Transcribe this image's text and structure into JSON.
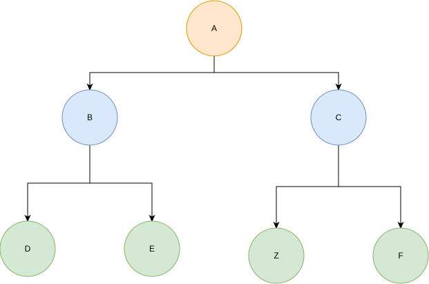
{
  "diagram": {
    "nodes": [
      {
        "id": "A",
        "label": "A",
        "fill": "#ffe6cc",
        "stroke": "#d79b00"
      },
      {
        "id": "B",
        "label": "B",
        "fill": "#dae8fc",
        "stroke": "#6c8ebf"
      },
      {
        "id": "C",
        "label": "C",
        "fill": "#dae8fc",
        "stroke": "#6c8ebf"
      },
      {
        "id": "D",
        "label": "D",
        "fill": "#d5e8d4",
        "stroke": "#82b366"
      },
      {
        "id": "E",
        "label": "E",
        "fill": "#d5e8d4",
        "stroke": "#82b366"
      },
      {
        "id": "Z",
        "label": "Z",
        "fill": "#d5e8d4",
        "stroke": "#82b366"
      },
      {
        "id": "F",
        "label": "F",
        "fill": "#d5e8d4",
        "stroke": "#82b366"
      }
    ],
    "edges": [
      {
        "from": "A",
        "to": "B"
      },
      {
        "from": "A",
        "to": "C"
      },
      {
        "from": "B",
        "to": "D"
      },
      {
        "from": "B",
        "to": "E"
      },
      {
        "from": "C",
        "to": "Z"
      },
      {
        "from": "C",
        "to": "F"
      }
    ],
    "edge_color": "#000000"
  }
}
